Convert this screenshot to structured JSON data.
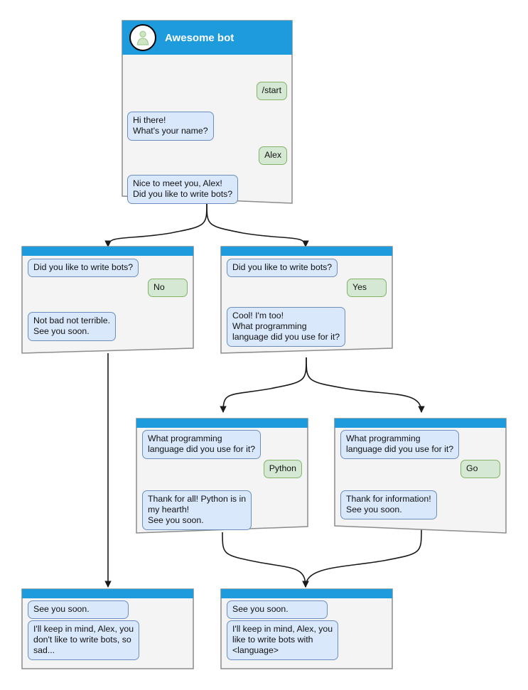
{
  "diagram": {
    "type": "bot-conversation-flowchart",
    "colors": {
      "titlebar": "#1e9bdd",
      "node_fill": "#f4f4f4",
      "node_border": "#8c8c8c",
      "bot_bubble_fill": "#dae8fc",
      "bot_bubble_border": "#6c8ebf",
      "user_bubble_fill": "#d5e8d4",
      "user_bubble_border": "#82b366",
      "avatar_person": "#b5d6a7",
      "edge": "#1a1a1a"
    },
    "nodes": [
      {
        "id": "start",
        "title": "Awesome bot",
        "avatar_icon": "person-avatar-icon",
        "messages": [
          {
            "from": "user",
            "text": "/start"
          },
          {
            "from": "bot",
            "text": "Hi there!\nWhat's your name?"
          },
          {
            "from": "user",
            "text": "Alex"
          },
          {
            "from": "bot",
            "text": "Nice to meet you, Alex!\nDid you like to write bots?"
          }
        ]
      },
      {
        "id": "answer-no",
        "messages": [
          {
            "from": "bot",
            "text": "Did you like to write bots?"
          },
          {
            "from": "user",
            "text": "No"
          },
          {
            "from": "bot",
            "text": "Not bad not terrible.\nSee you soon."
          }
        ]
      },
      {
        "id": "answer-yes",
        "messages": [
          {
            "from": "bot",
            "text": "Did you like to write bots?"
          },
          {
            "from": "user",
            "text": "Yes"
          },
          {
            "from": "bot",
            "text": "Cool! I'm too!\nWhat programming\nlanguage did you use for it?"
          }
        ]
      },
      {
        "id": "lang-python",
        "messages": [
          {
            "from": "bot",
            "text": "What programming\nlanguage did you use for it?"
          },
          {
            "from": "user",
            "text": "Python"
          },
          {
            "from": "bot",
            "text": "Thank for all! Python is in\nmy hearth!\nSee you soon."
          }
        ]
      },
      {
        "id": "lang-go",
        "messages": [
          {
            "from": "bot",
            "text": "What programming\nlanguage did you use for it?"
          },
          {
            "from": "user",
            "text": "Go"
          },
          {
            "from": "bot",
            "text": "Thank for information!\nSee you soon."
          }
        ]
      },
      {
        "id": "end-sad",
        "messages": [
          {
            "from": "bot",
            "text": "See you soon."
          },
          {
            "from": "bot",
            "text": "I'll keep in mind, Alex, you\ndon't like to write bots, so\nsad..."
          }
        ]
      },
      {
        "id": "end-happy",
        "messages": [
          {
            "from": "bot",
            "text": "See you soon."
          },
          {
            "from": "bot",
            "text": "I'll keep in mind, Alex, you\nlike to write bots with\n<language>"
          }
        ]
      }
    ]
  }
}
